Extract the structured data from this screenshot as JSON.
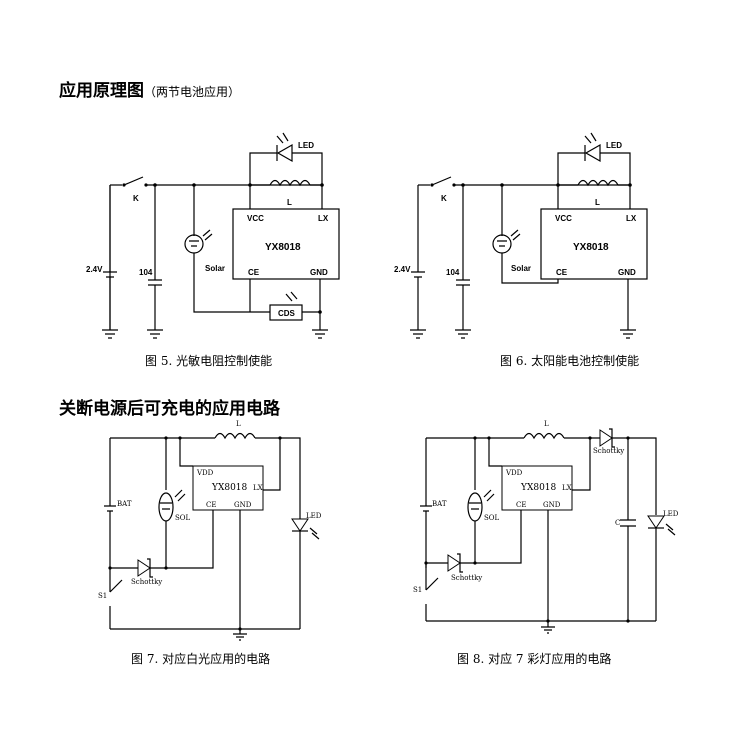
{
  "section1": {
    "title": "应用原理图",
    "subtitle": "（两节电池应用）"
  },
  "section2": {
    "title": "关断电源后可充电的应用电路"
  },
  "fig5": {
    "caption": "图 5.  光敏电阻控制使能",
    "labels": {
      "led": "LED",
      "l": "L",
      "vcc": "VCC",
      "lx": "LX",
      "chip": "YX8018",
      "ce": "CE",
      "gnd": "GND",
      "k": "K",
      "v": "2.4V",
      "cap": "104",
      "solar": "Solar",
      "cds": "CDS"
    }
  },
  "fig6": {
    "caption": "图 6.  太阳能电池控制使能",
    "labels": {
      "led": "LED",
      "l": "L",
      "vcc": "VCC",
      "lx": "LX",
      "chip": "YX8018",
      "ce": "CE",
      "gnd": "GND",
      "k": "K",
      "v": "2.4V",
      "cap": "104",
      "solar": "Solar"
    }
  },
  "fig7": {
    "caption": "图 7. 对应白光应用的电路",
    "labels": {
      "l": "L",
      "vdd": "VDD",
      "chip": "YX8018",
      "lx": "LX",
      "ce": "CE",
      "gnd": "GND",
      "bat": "BAT",
      "sol": "SOL",
      "led": "LED",
      "schottky": "Schottky",
      "s1": "S1"
    }
  },
  "fig8": {
    "caption": "图 8. 对应 7 彩灯应用的电路",
    "labels": {
      "l": "L",
      "vdd": "VDD",
      "chip": "YX8018",
      "lx": "LX",
      "ce": "CE",
      "gnd": "GND",
      "bat": "BAT",
      "sol": "SOL",
      "led": "LED",
      "schottky": "Schottky",
      "schottky2": "Schottky",
      "s1": "S1",
      "c": "C"
    }
  }
}
